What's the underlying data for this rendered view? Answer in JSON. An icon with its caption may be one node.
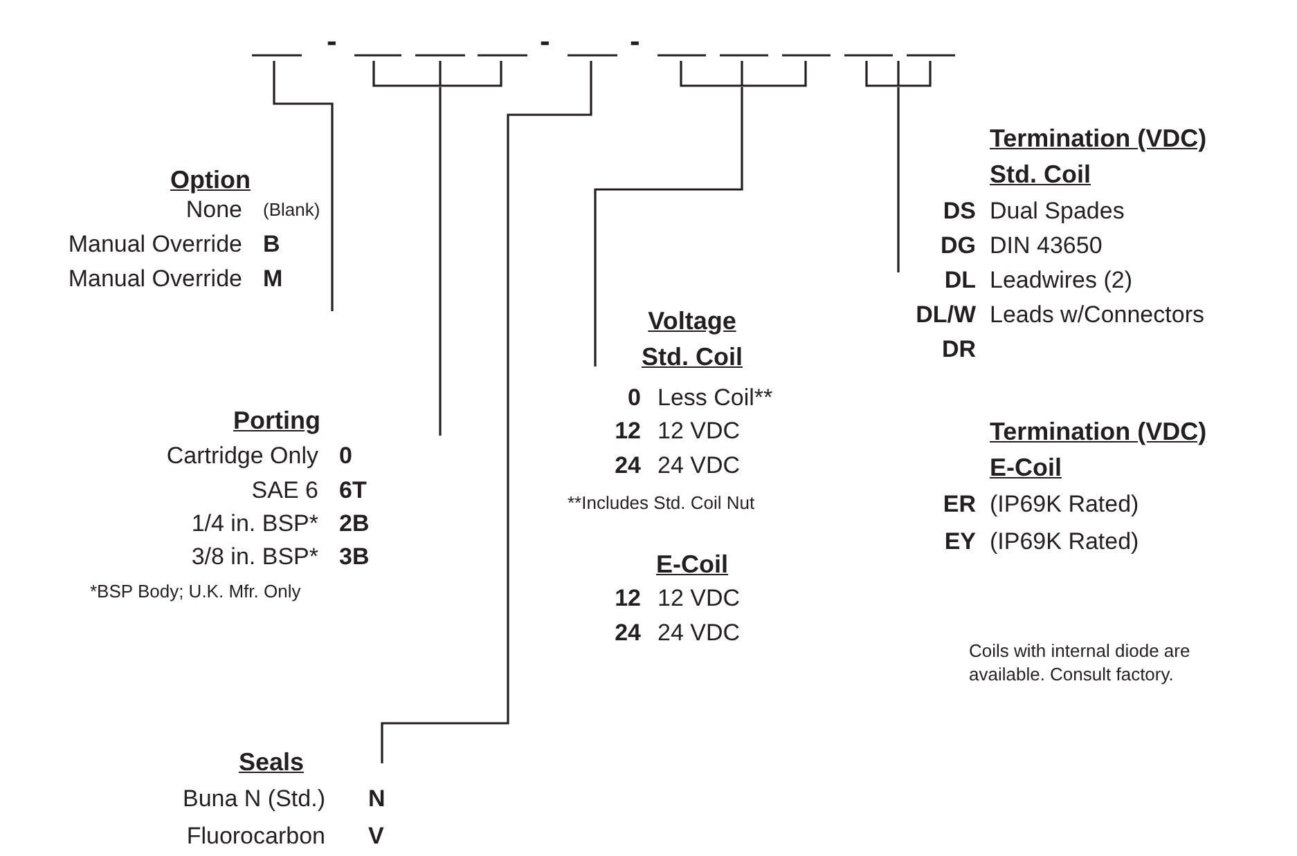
{
  "diagram": {
    "nodes": [
      {
        "text": [],
        "shape": "line"
      },
      {
        "text": [],
        "shape": "bracket"
      },
      {
        "text": [],
        "shape": "line"
      },
      {
        "text": [],
        "shape": "bracket"
      },
      {
        "text": [],
        "shape": "bracket"
      },
      {
        "text": [
          "Option",
          "None",
          "(Blank)",
          "Manual Override",
          "B",
          "Manual Override",
          "M"
        ]
      },
      {
        "text": [
          "Porting",
          "Cartridge Only",
          "0",
          "SAE 6",
          "6T",
          "1/4 in. BSP*",
          "2B",
          "3/8 in. BSP*",
          "3B"
        ],
        "beside": [
          "*BSP Body; U.K. Mfr. Only"
        ]
      },
      {
        "text": [
          "Seals",
          "Buna N (Std.)",
          "N",
          "Fluorocarbon",
          "V"
        ]
      },
      {
        "text": [
          "Voltage",
          "Std. Coil",
          "0",
          "Less Coil**",
          "12",
          "12 VDC",
          "24",
          "24 VDC"
        ],
        "beside": [
          "**Includes Std. Coil Nut"
        ]
      },
      {
        "text": [
          "E-Coil",
          "12",
          "12 VDC",
          "24",
          "24 VDC"
        ]
      },
      {
        "text": [
          "Termination (VDC)",
          "Std. Coil",
          "DS",
          "Dual Spades",
          "DG",
          "DIN 43650",
          "DL",
          "Leadwires (2)",
          "DL/W",
          "Leads w/Connectors",
          "DR"
        ]
      },
      {
        "text": [
          "Termination (VDC)",
          "E-Coil",
          "ER",
          "(IP69K Rated)",
          "EY",
          "(IP69K Rated)"
        ]
      }
    ],
    "edges": [
      {
        "from": 5,
        "to": 0,
        "arrow": "none"
      },
      {
        "from": 6,
        "to": 1,
        "arrow": "none"
      },
      {
        "from": 7,
        "to": 2,
        "arrow": "none"
      },
      {
        "from": 8,
        "to": 3,
        "arrow": "none"
      },
      {
        "from": 10,
        "to": 4,
        "arrow": "none"
      }
    ],
    "labels": [
      "-",
      "-",
      "-",
      "Coils with internal diode are available. Consult factory."
    ]
  }
}
